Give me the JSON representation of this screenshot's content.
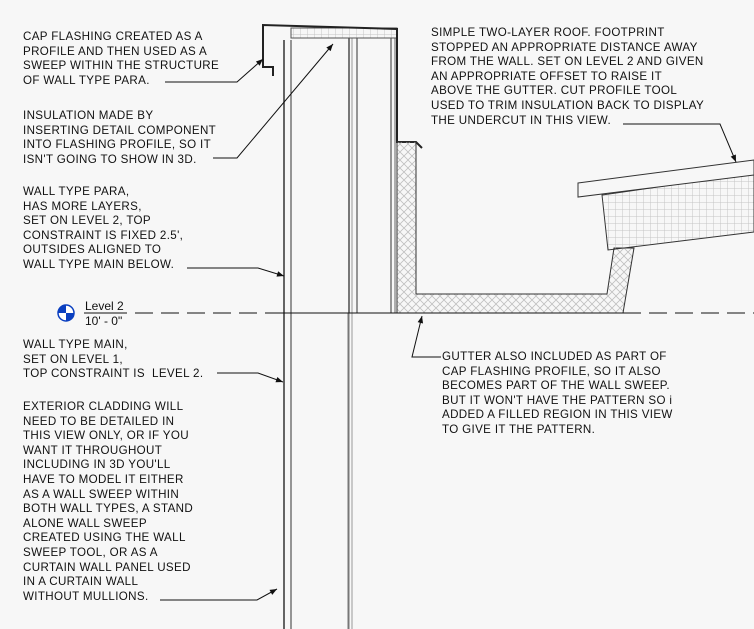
{
  "notes": {
    "cap_flashing": [
      "CAP FLASHING CREATED AS A",
      "PROFILE AND THEN USED AS A",
      "SWEEP WITHIN THE STRUCTURE",
      "OF WALL TYPE PARA."
    ],
    "insulation": [
      "INSULATION MADE BY",
      "INSERTING DETAIL COMPONENT",
      "INTO FLASHING PROFILE, SO IT",
      "ISN'T GOING TO SHOW IN 3D."
    ],
    "wall_para": [
      "WALL TYPE PARA,",
      "HAS MORE LAYERS,",
      "SET ON LEVEL 2, TOP",
      "CONSTRAINT IS FIXED 2.5',",
      "OUTSIDES ALIGNED TO",
      "WALL TYPE MAIN BELOW."
    ],
    "wall_main": [
      "WALL TYPE MAIN,",
      "SET ON LEVEL 1,",
      "TOP CONSTRAINT IS  LEVEL 2."
    ],
    "cladding": [
      "EXTERIOR CLADDING WILL",
      "NEED TO BE DETAILED IN",
      "THIS VIEW ONLY, OR IF YOU",
      "WANT IT THROUGHOUT",
      "INCLUDING IN 3D YOU'LL",
      "HAVE TO MODEL IT EITHER",
      "AS A WALL SWEEP WITHIN",
      "BOTH WALL TYPES, A STAND",
      "ALONE WALL SWEEP",
      "CREATED USING THE WALL",
      "SWEEP TOOL, OR AS A",
      "CURTAIN WALL PANEL USED",
      "IN A CURTAIN WALL",
      "WITHOUT MULLIONS."
    ],
    "roof": [
      "SIMPLE TWO-LAYER ROOF. FOOTPRINT",
      "STOPPED AN APPROPRIATE DISTANCE AWAY",
      "FROM THE WALL. SET ON LEVEL 2 AND GIVEN",
      "AN APPROPRIATE OFFSET TO RAISE IT",
      "ABOVE THE GUTTER. CUT PROFILE TOOL",
      "USED TO TRIM INSULATION BACK TO DISPLAY",
      "THE UNDERCUT IN THIS VIEW."
    ],
    "gutter": [
      "GUTTER ALSO INCLUDED AS PART OF",
      "CAP FLASHING PROFILE, SO IT ALSO",
      "BECOMES PART OF THE WALL SWEEP.",
      "BUT IT WON'T HAVE THE PATTERN SO i",
      "ADDED A FILLED REGION IN THIS VIEW",
      "TO GIVE IT THE PATTERN."
    ]
  },
  "level": {
    "name": "Level 2",
    "elevation": "10' - 0\"",
    "marker_color": "#0a3fc0",
    "icon": "level-head-icon"
  },
  "colors": {
    "background": "#f7f7f7",
    "line": "#111111",
    "hatch": "#bdbdbd"
  }
}
